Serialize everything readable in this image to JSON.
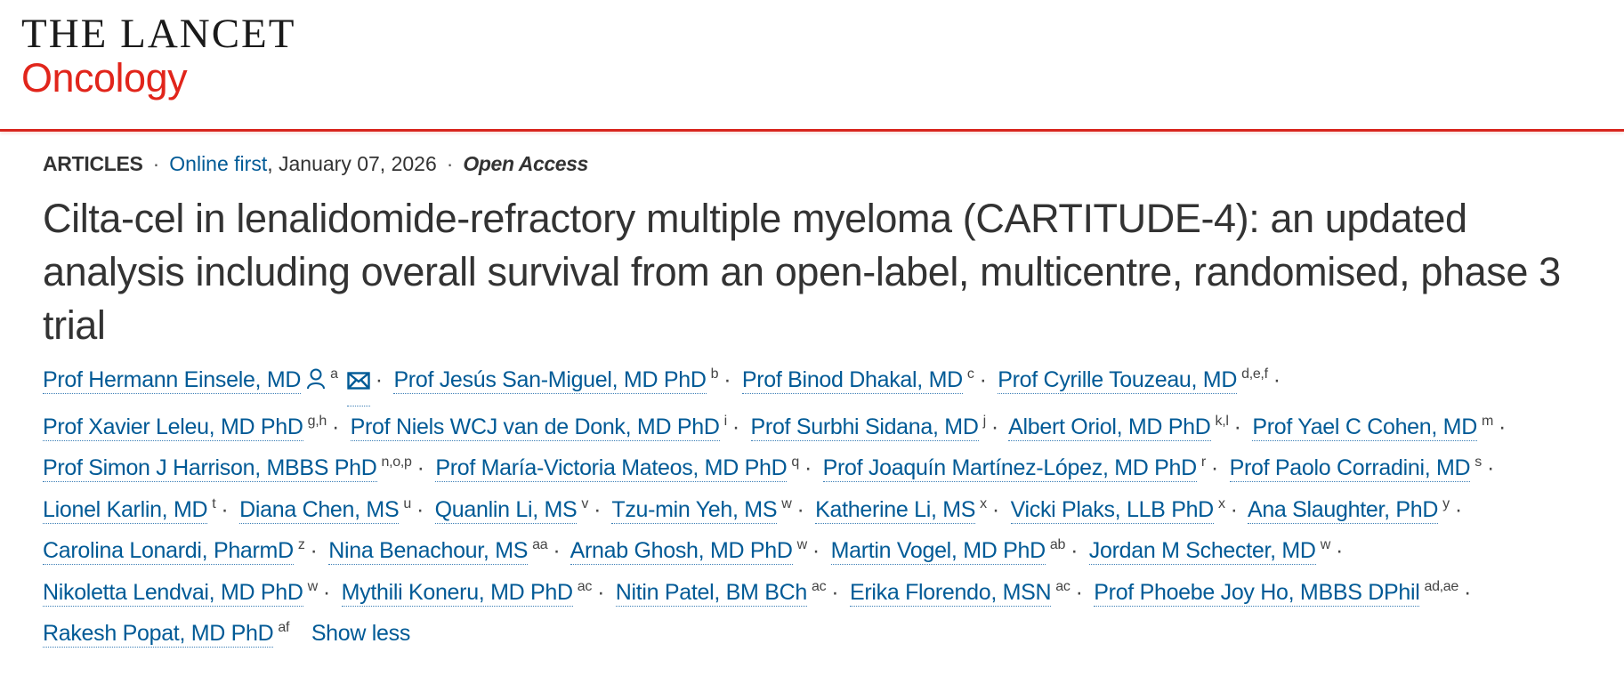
{
  "header": {
    "journal_name": "THE LANCET",
    "journal_sub": "Oncology",
    "brand_color": "#e1251b",
    "link_color": "#005a96"
  },
  "meta": {
    "article_type": "ARTICLES",
    "separator": "·",
    "online_first_label": "Online first",
    "date": ", January 07, 2026",
    "access_label": "Open Access"
  },
  "article": {
    "title": "Cilta-cel in lenalidomide-refractory multiple myeloma (CARTITUDE-4): an updated analysis including overall survival from an open-label, multicentre, randomised, phase 3 trial"
  },
  "authors": [
    {
      "name": "Prof Hermann Einsele, MD",
      "affil": "a",
      "icons": [
        "person-icon",
        "mail-icon"
      ]
    },
    {
      "name": "Prof Jesús San-Miguel, MD PhD",
      "affil": "b"
    },
    {
      "name": "Prof Binod Dhakal, MD",
      "affil": "c"
    },
    {
      "name": "Prof Cyrille Touzeau, MD",
      "affil": "d,e,f"
    },
    {
      "name": "Prof Xavier Leleu, MD PhD",
      "affil": "g,h"
    },
    {
      "name": "Prof Niels WCJ van de Donk, MD PhD",
      "affil": "i"
    },
    {
      "name": "Prof Surbhi Sidana, MD",
      "affil": "j"
    },
    {
      "name": "Albert Oriol, MD PhD",
      "affil": "k,l"
    },
    {
      "name": "Prof Yael C Cohen, MD",
      "affil": "m"
    },
    {
      "name": "Prof Simon J Harrison, MBBS PhD",
      "affil": "n,o,p"
    },
    {
      "name": "Prof María-Victoria Mateos, MD PhD",
      "affil": "q"
    },
    {
      "name": "Prof Joaquín Martínez-López, MD PhD",
      "affil": "r"
    },
    {
      "name": "Prof Paolo Corradini, MD",
      "affil": "s"
    },
    {
      "name": "Lionel Karlin, MD",
      "affil": "t"
    },
    {
      "name": "Diana Chen, MS",
      "affil": "u"
    },
    {
      "name": "Quanlin Li, MS",
      "affil": "v"
    },
    {
      "name": "Tzu-min Yeh, MS",
      "affil": "w"
    },
    {
      "name": "Katherine Li, MS",
      "affil": "x"
    },
    {
      "name": "Vicki Plaks, LLB PhD",
      "affil": "x"
    },
    {
      "name": "Ana Slaughter, PhD",
      "affil": "y"
    },
    {
      "name": "Carolina Lonardi, PharmD",
      "affil": "z"
    },
    {
      "name": "Nina Benachour, MS",
      "affil": "aa"
    },
    {
      "name": "Arnab Ghosh, MD PhD",
      "affil": "w"
    },
    {
      "name": "Martin Vogel, MD PhD",
      "affil": "ab"
    },
    {
      "name": "Jordan M Schecter, MD",
      "affil": "w"
    },
    {
      "name": "Nikoletta Lendvai, MD PhD",
      "affil": "w"
    },
    {
      "name": "Mythili Koneru, MD PhD",
      "affil": "ac"
    },
    {
      "name": "Nitin Patel, BM BCh",
      "affil": "ac"
    },
    {
      "name": "Erika Florendo, MSN",
      "affil": "ac"
    },
    {
      "name": "Prof Phoebe Joy Ho, MBBS DPhil",
      "affil": "ad,ae"
    },
    {
      "name": "Rakesh Popat, MD PhD",
      "affil": "af"
    }
  ],
  "author_separator": "·",
  "show_less_label": "Show less"
}
